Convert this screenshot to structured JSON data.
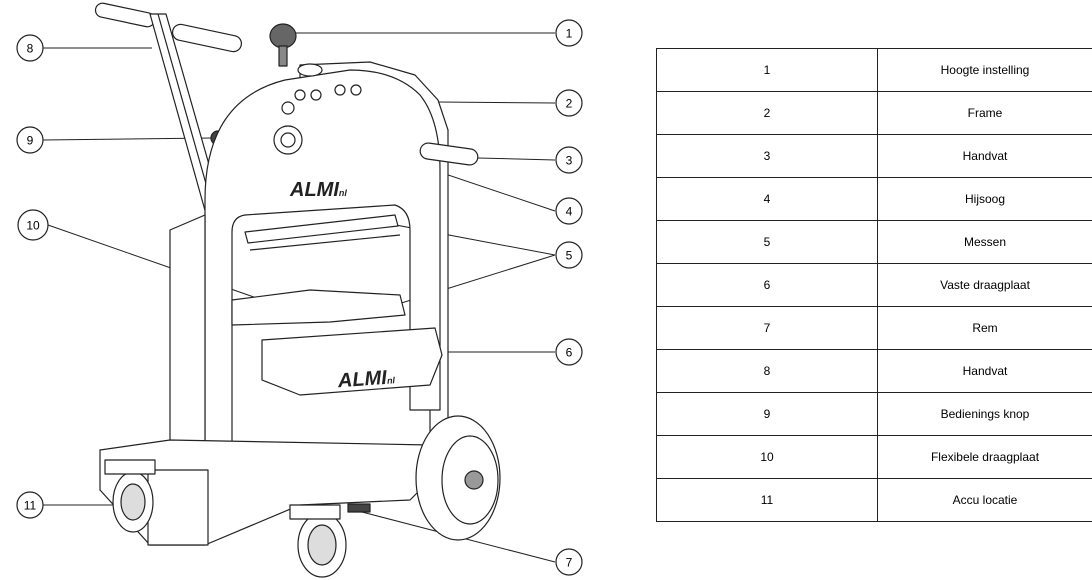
{
  "diagram": {
    "brand": "ALMI",
    "brand_suffix": "nl",
    "callouts": [
      "1",
      "2",
      "3",
      "4",
      "5",
      "6",
      "7",
      "8",
      "9",
      "10",
      "11"
    ]
  },
  "parts": [
    {
      "number": "1",
      "name": "Hoogte instelling"
    },
    {
      "number": "2",
      "name": "Frame"
    },
    {
      "number": "3",
      "name": "Handvat"
    },
    {
      "number": "4",
      "name": "Hijsoog"
    },
    {
      "number": "5",
      "name": "Messen"
    },
    {
      "number": "6",
      "name": "Vaste draagplaat"
    },
    {
      "number": "7",
      "name": "Rem"
    },
    {
      "number": "8",
      "name": "Handvat"
    },
    {
      "number": "9",
      "name": "Bedienings knop"
    },
    {
      "number": "10",
      "name": "Flexibele draagplaat"
    },
    {
      "number": "11",
      "name": "Accu locatie"
    }
  ]
}
